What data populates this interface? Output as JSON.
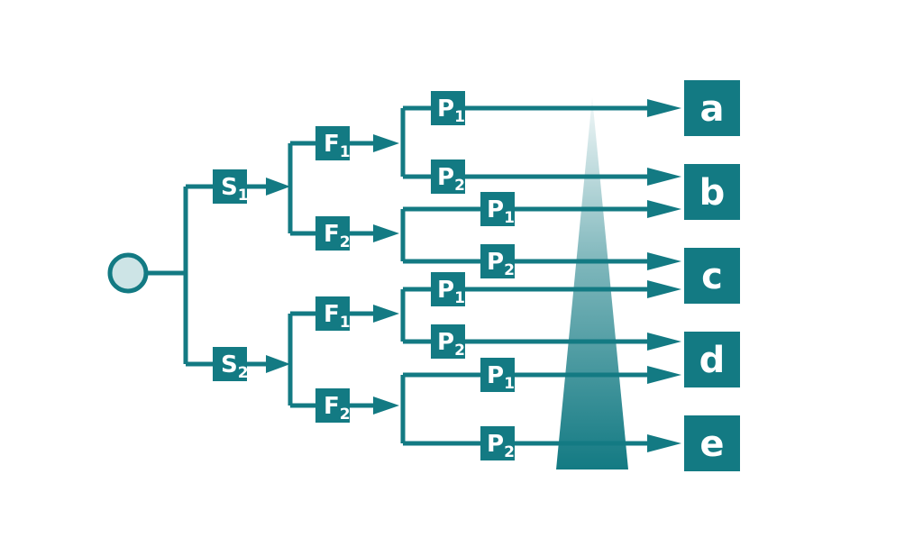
{
  "colors": {
    "teal": "#137a83",
    "start_fill": "#cde4e6",
    "background": "#ffffff"
  },
  "nodes": {
    "s1": {
      "letter": "S",
      "sub": "1"
    },
    "s2": {
      "letter": "S",
      "sub": "2"
    },
    "f1a": {
      "letter": "F",
      "sub": "1"
    },
    "f2a": {
      "letter": "F",
      "sub": "2"
    },
    "f1b": {
      "letter": "F",
      "sub": "1"
    },
    "f2b": {
      "letter": "F",
      "sub": "2"
    },
    "p1a": {
      "letter": "P",
      "sub": "1"
    },
    "p2a": {
      "letter": "P",
      "sub": "2"
    },
    "p1b": {
      "letter": "P",
      "sub": "1"
    },
    "p2b": {
      "letter": "P",
      "sub": "2"
    },
    "p1c": {
      "letter": "P",
      "sub": "1"
    },
    "p2c": {
      "letter": "P",
      "sub": "2"
    },
    "p1d": {
      "letter": "P",
      "sub": "1"
    },
    "p2d": {
      "letter": "P",
      "sub": "2"
    }
  },
  "outcomes": [
    "a",
    "b",
    "c",
    "d",
    "e"
  ]
}
